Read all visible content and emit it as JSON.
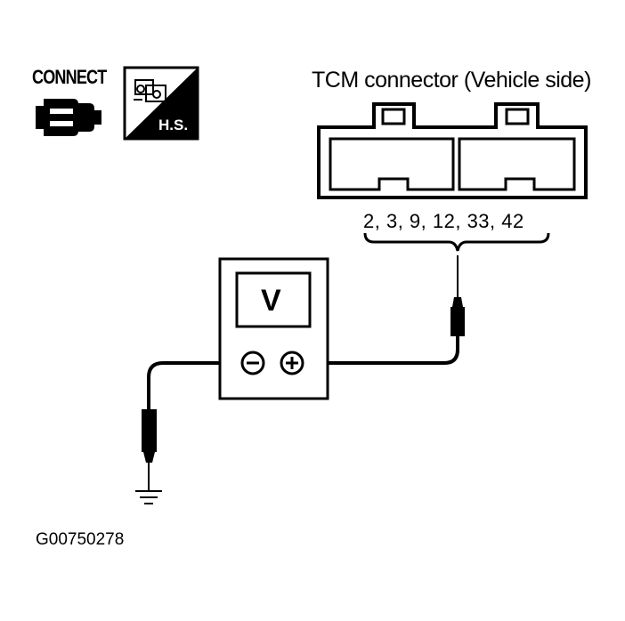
{
  "connect": {
    "label": "CONNECT",
    "icon": "connector-plug-icon"
  },
  "harness_side_badge": {
    "text": "H.S.",
    "icon": "harness-side-icon"
  },
  "tcm_connector": {
    "title": "TCM connector (Vehicle side)",
    "pins": "2, 3, 9, 12, 33, 42"
  },
  "voltmeter": {
    "unit": "V",
    "negative_terminal": "minus-terminal-icon",
    "positive_terminal": "plus-terminal-icon"
  },
  "ground": {
    "icon": "ground-symbol-icon"
  },
  "figure_id": "G00750278"
}
